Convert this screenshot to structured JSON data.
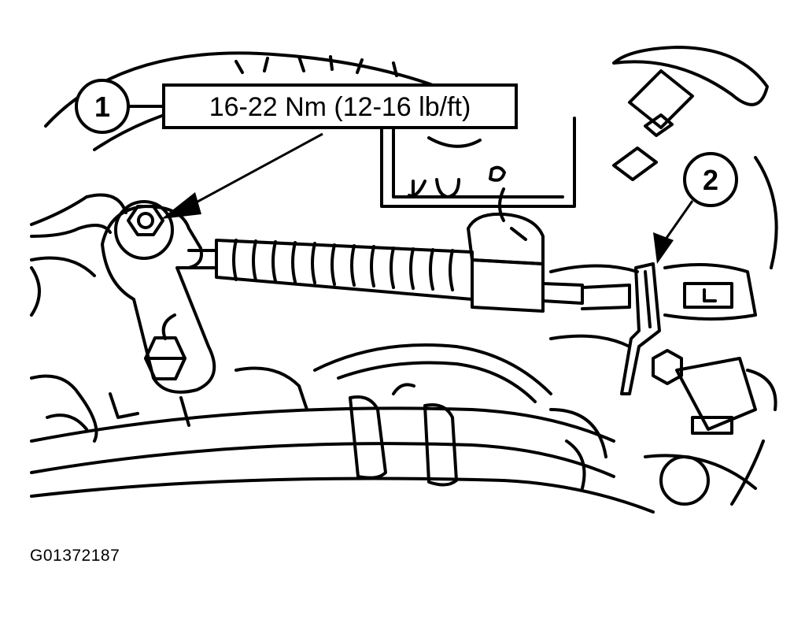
{
  "callouts": [
    {
      "number": "1",
      "label": "16-22 Nm (12-16 lb/ft)"
    },
    {
      "number": "2"
    }
  ],
  "figure_id": "G01372187",
  "colors": {
    "ink": "#000000",
    "paper": "#ffffff"
  }
}
